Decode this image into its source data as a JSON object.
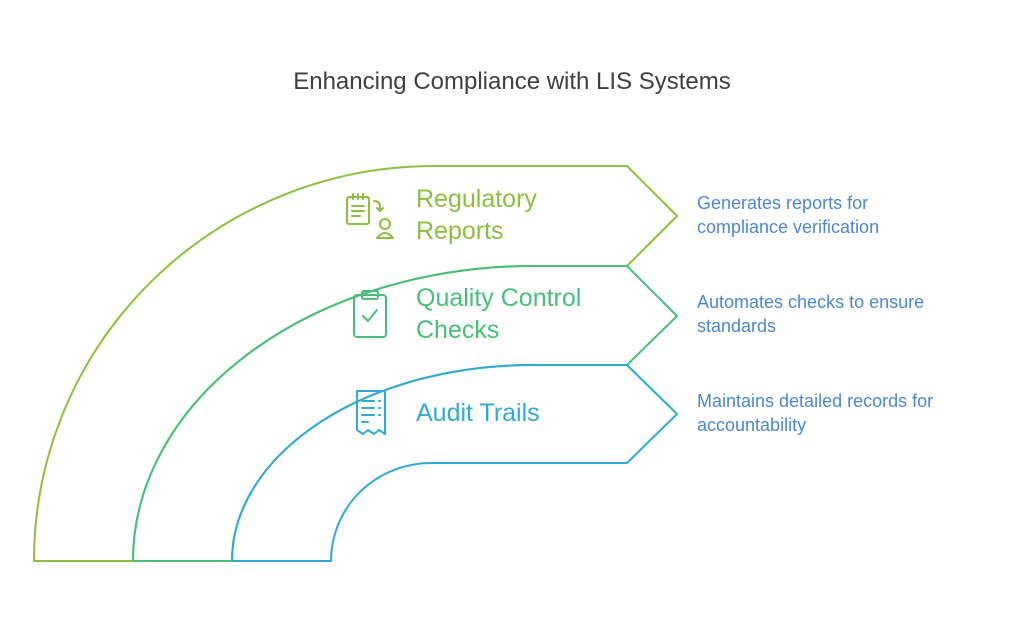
{
  "title": "Enhancing Compliance with LIS Systems",
  "colors": {
    "regulatory": "#8dbf3f",
    "quality": "#45bf7a",
    "audit": "#2eabd4",
    "description": "#4b86d6",
    "title": "#3f3f3f"
  },
  "layers": [
    {
      "label_line1": "Regulatory",
      "label_line2": "Reports",
      "icon": "report-person-icon",
      "description_line1": "Generates reports for",
      "description_line2": "compliance verification"
    },
    {
      "label_line1": "Quality Control",
      "label_line2": "Checks",
      "icon": "clipboard-check-icon",
      "description_line1": "Automates checks to ensure",
      "description_line2": "standards"
    },
    {
      "label_line1": "Audit Trails",
      "label_line2": "",
      "icon": "receipt-list-icon",
      "description_line1": "Maintains detailed records for",
      "description_line2": "accountability"
    }
  ]
}
